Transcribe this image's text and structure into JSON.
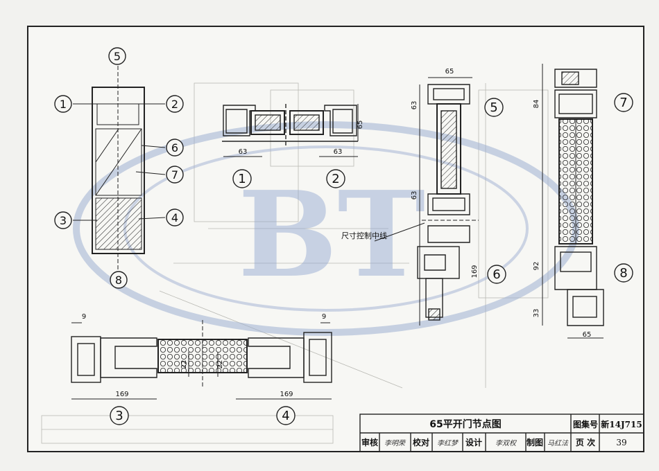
{
  "sheet": {
    "title": "65平开门节点图",
    "atlas_label": "图集号",
    "atlas_number": "新14J715",
    "review_label": "审核",
    "check_label": "校对",
    "design_label": "设计",
    "drawing_label": "制图",
    "page_label": "页 次",
    "page_number": "39",
    "reviewer_sig": "李明荣",
    "checker_sig": "李红梦",
    "designer_sig": "李双权",
    "drafter_sig": "马红法",
    "watermark_letters": "BT"
  },
  "callouts": {
    "c1": "1",
    "c2": "2",
    "c3": "3",
    "c4": "4",
    "c5": "5",
    "c6": "6",
    "c7": "7",
    "c8": "8"
  },
  "dimensions": {
    "d63_left": "63",
    "d63_right": "63",
    "d65_side": "65",
    "d65_top": "65",
    "d63_v1": "63",
    "d63_v2": "63",
    "d169_v": "169",
    "d84": "84",
    "d92": "92",
    "d33": "33",
    "d65_bottom": "65",
    "d9_left": "9",
    "d9_right": "9",
    "d169_left": "169",
    "d169_right": "169",
    "d22_a": "22",
    "d22_b": "22"
  },
  "annotations": {
    "control_line": "尺寸控制中线"
  }
}
